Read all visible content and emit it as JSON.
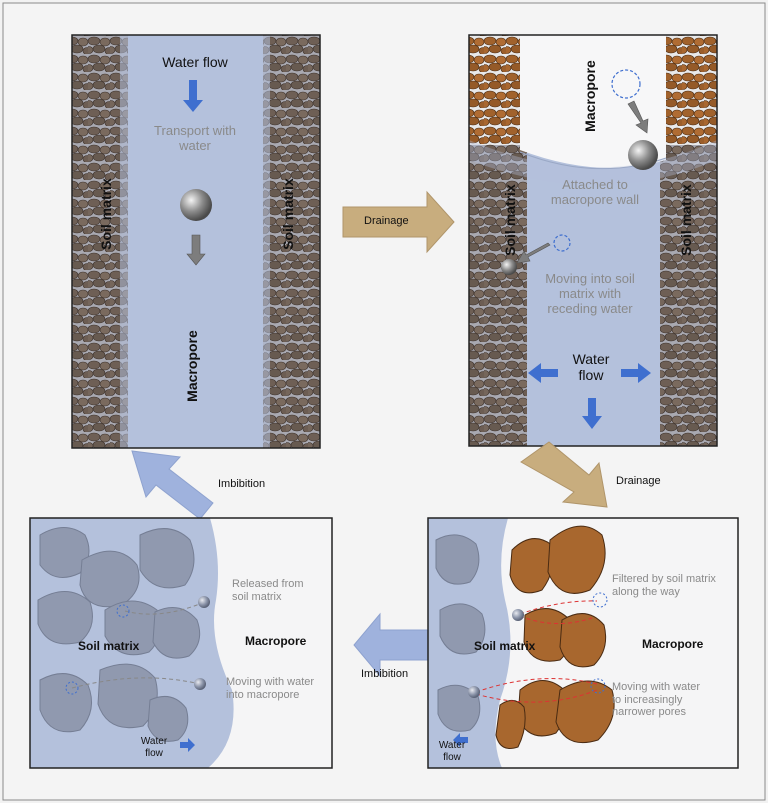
{
  "panel_top_left": {
    "water_flow": "Water flow",
    "transport": "Transport with\nwater",
    "soil_matrix_left": "Soil matrix",
    "soil_matrix_right": "Soil matrix",
    "macropore": "Macropore"
  },
  "panel_top_right": {
    "macropore": "Macropore",
    "attached": "Attached to\nmacropore wall",
    "soil_matrix_left": "Soil matrix",
    "soil_matrix_right": "Soil matrix",
    "moving_into": "Moving into soil\nmatrix with\nreceding water",
    "water_flow": "Water\nflow"
  },
  "panel_bottom_left": {
    "released": "Released from\nsoil matrix",
    "soil_matrix": "Soil matrix",
    "macropore": "Macropore",
    "moving_with": "Moving with water\ninto macropore",
    "water_flow": "Water\nflow"
  },
  "panel_bottom_right": {
    "filtered": "Filtered by soil matrix\nalong the way",
    "soil_matrix": "Soil matrix",
    "macropore": "Macropore",
    "moving_with": "Moving with water\nto increasingly\nnarrower pores",
    "water_flow": "Water\nflow"
  },
  "arrows": {
    "drainage_top": "Drainage",
    "drainage_right": "Drainage",
    "imbibition_bottom": "Imbibition",
    "imbibition_left": "Imbibition"
  },
  "colors": {
    "water": "#b4c1dc",
    "soil_dark": "#6f5a4c",
    "soil_brown": "#a8672e",
    "blue_arrow": "#3f6fcf",
    "drainage_arrow": "#c8ad7e",
    "imbibition_arrow": "#9fb2dd"
  }
}
